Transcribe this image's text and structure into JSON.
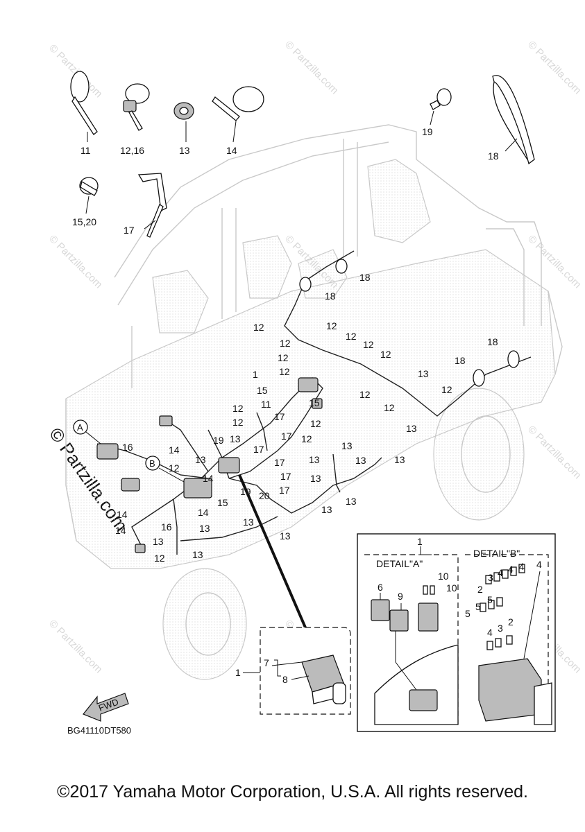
{
  "watermark": "© Partzilla.com",
  "diagram_code": "BG41110DT580",
  "fwd_label": "FWD",
  "copyright": "©2017 Yamaha Motor Corporation, U.S.A. All rights reserved.",
  "details": {
    "detail_a_label": "DETAIL\"A\"",
    "detail_b_label": "DETAIL\"B\"",
    "callout_a": "A",
    "callout_b": "B"
  },
  "legend_labels": {
    "p11": "11",
    "p12_16": "12,16",
    "p13": "13",
    "p14": "14",
    "p19": "19",
    "p18": "18",
    "p15_20": "15,20",
    "p17": "17"
  },
  "main_labels": {
    "n1": "1",
    "n7": "7",
    "n8": "8",
    "n12": "12",
    "n13": "13",
    "n14": "14",
    "n15": "15",
    "n16": "16",
    "n17": "17",
    "n18": "18",
    "n19": "19",
    "n20": "20",
    "n11": "11"
  },
  "detail_labels": {
    "n1": "1",
    "n2": "2",
    "n3": "3",
    "n4": "4",
    "n5": "5",
    "n6": "6",
    "n9": "9",
    "n10": "10"
  }
}
